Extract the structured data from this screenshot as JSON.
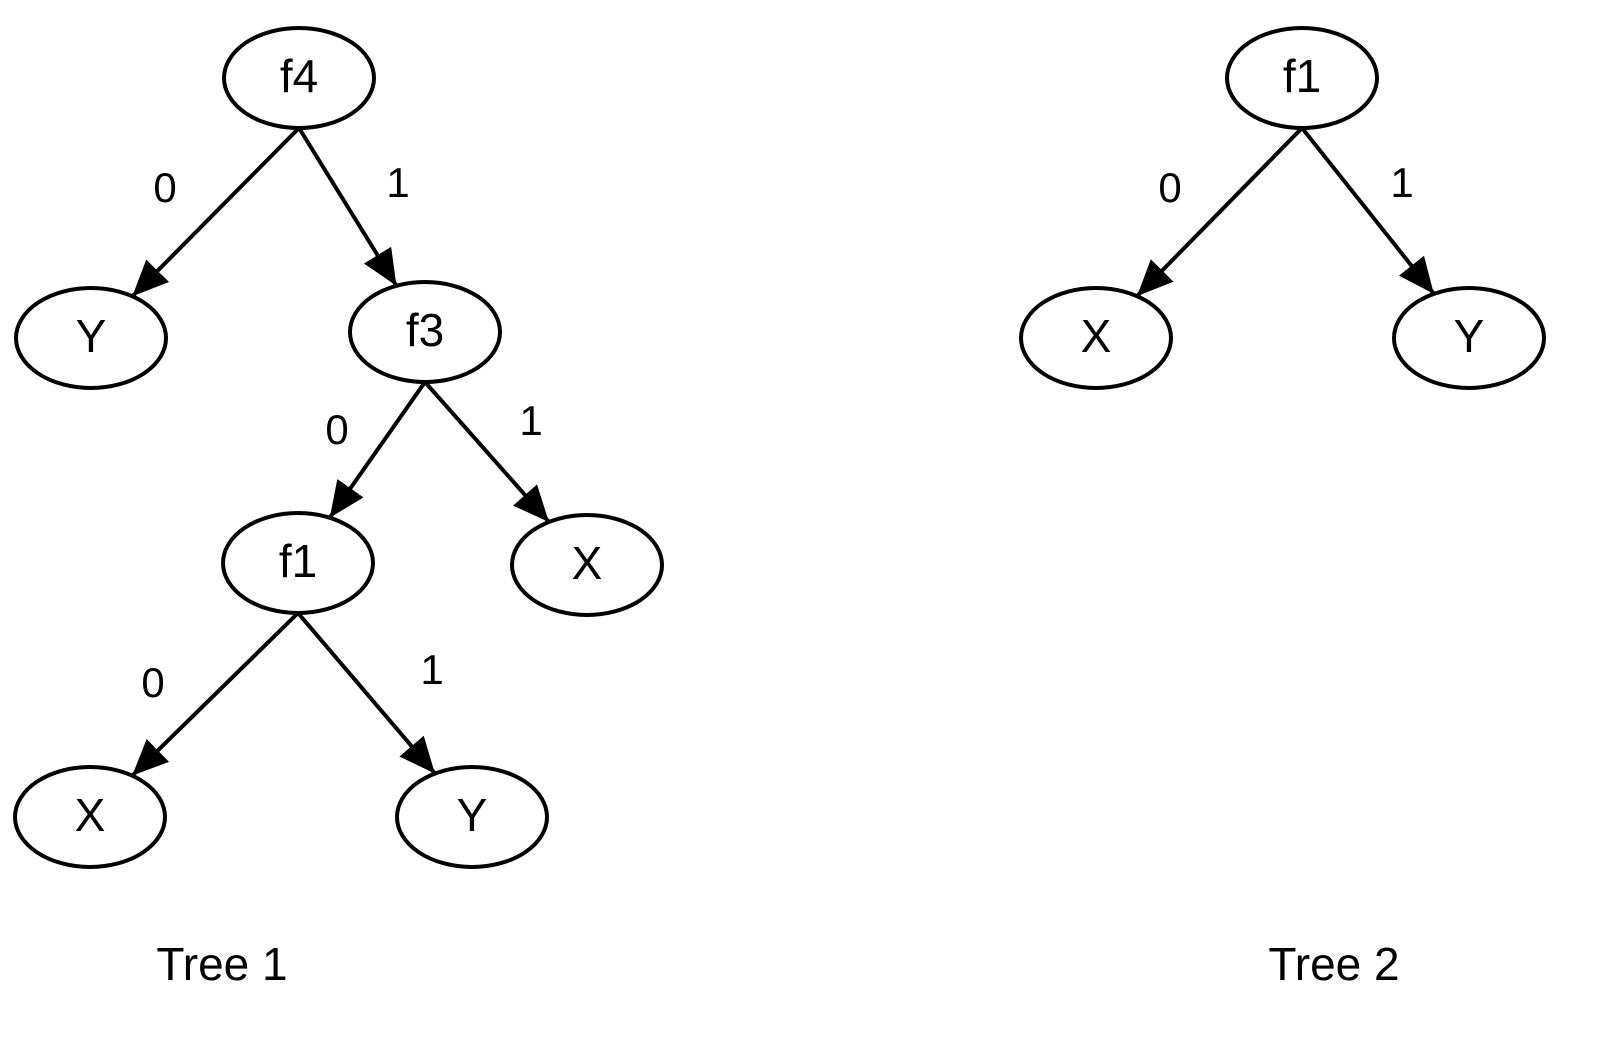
{
  "colors": {
    "stroke": "#000000",
    "background": "#ffffff"
  },
  "trees": [
    {
      "caption": "Tree 1",
      "nodes": [
        {
          "id": "t1-root",
          "label": "f4"
        },
        {
          "id": "t1-y-left",
          "label": "Y"
        },
        {
          "id": "t1-f3",
          "label": "f3"
        },
        {
          "id": "t1-f1",
          "label": "f1"
        },
        {
          "id": "t1-x-right",
          "label": "X"
        },
        {
          "id": "t1-x-leaf",
          "label": "X"
        },
        {
          "id": "t1-y-leaf",
          "label": "Y"
        }
      ],
      "edges": [
        {
          "from": "t1-root",
          "to": "t1-y-left",
          "label": "0"
        },
        {
          "from": "t1-root",
          "to": "t1-f3",
          "label": "1"
        },
        {
          "from": "t1-f3",
          "to": "t1-f1",
          "label": "0"
        },
        {
          "from": "t1-f3",
          "to": "t1-x-right",
          "label": "1"
        },
        {
          "from": "t1-f1",
          "to": "t1-x-leaf",
          "label": "0"
        },
        {
          "from": "t1-f1",
          "to": "t1-y-leaf",
          "label": "1"
        }
      ]
    },
    {
      "caption": "Tree 2",
      "nodes": [
        {
          "id": "t2-root",
          "label": "f1"
        },
        {
          "id": "t2-x",
          "label": "X"
        },
        {
          "id": "t2-y",
          "label": "Y"
        }
      ],
      "edges": [
        {
          "from": "t2-root",
          "to": "t2-x",
          "label": "0"
        },
        {
          "from": "t2-root",
          "to": "t2-y",
          "label": "1"
        }
      ]
    }
  ]
}
